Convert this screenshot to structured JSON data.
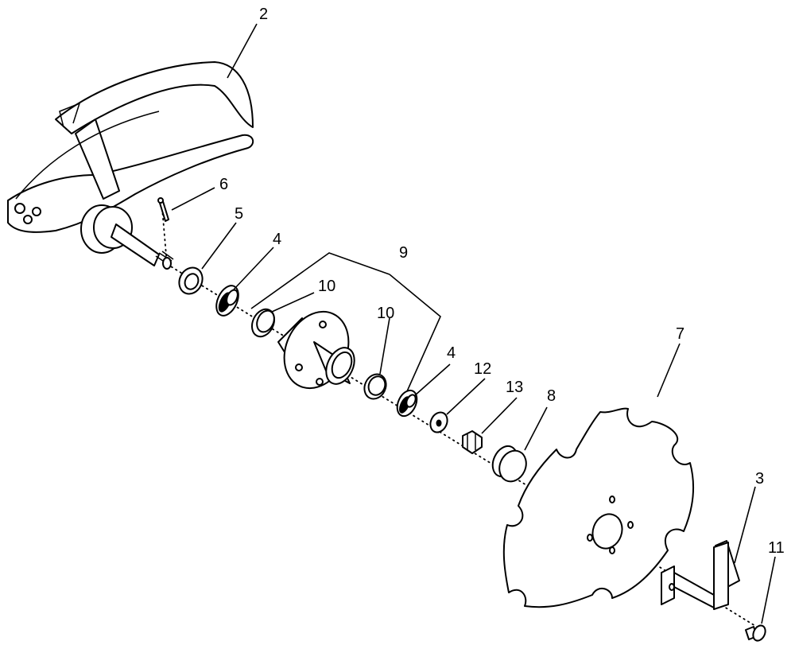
{
  "callouts": {
    "c1": "2",
    "c2": "6",
    "c3": "5",
    "c4": "4",
    "c5": "9",
    "c6": "10",
    "c7": "10",
    "c8": "4",
    "c9": "12",
    "c10": "13",
    "c11": "8",
    "c12": "7",
    "c13": "3",
    "c14": "11"
  }
}
